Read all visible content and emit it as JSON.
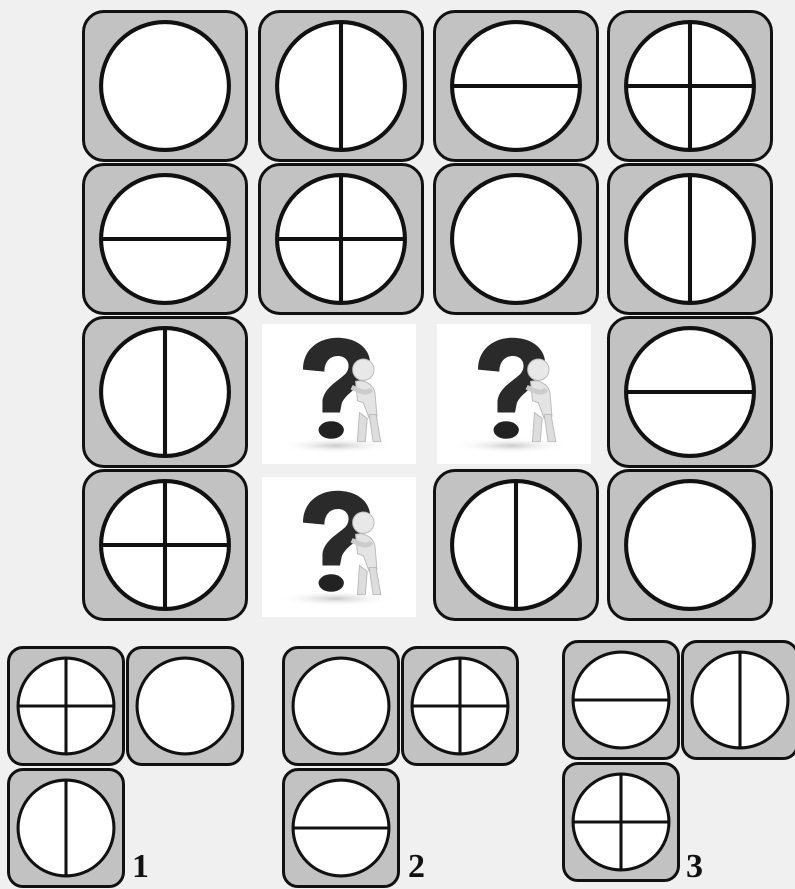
{
  "grid": {
    "rows": [
      [
        "empty",
        "vertical",
        "horizontal",
        "cross"
      ],
      [
        "horizontal",
        "cross",
        "empty",
        "vertical"
      ],
      [
        "vertical",
        "unknown",
        "unknown",
        "horizontal"
      ],
      [
        "cross",
        "unknown",
        "vertical",
        "empty"
      ]
    ],
    "unknown_icon": "question-mark-figure-icon"
  },
  "options": [
    {
      "label": "1",
      "top_left": "cross",
      "top_right": "empty",
      "bottom": "vertical"
    },
    {
      "label": "2",
      "top_left": "empty",
      "top_right": "cross",
      "bottom": "horizontal"
    },
    {
      "label": "3",
      "top_left": "horizontal",
      "top_right": "vertical",
      "bottom": "cross"
    }
  ],
  "colors": {
    "tile_fill": "#c2c2c2",
    "background": "#f0f0f0",
    "outline": "#111111"
  }
}
